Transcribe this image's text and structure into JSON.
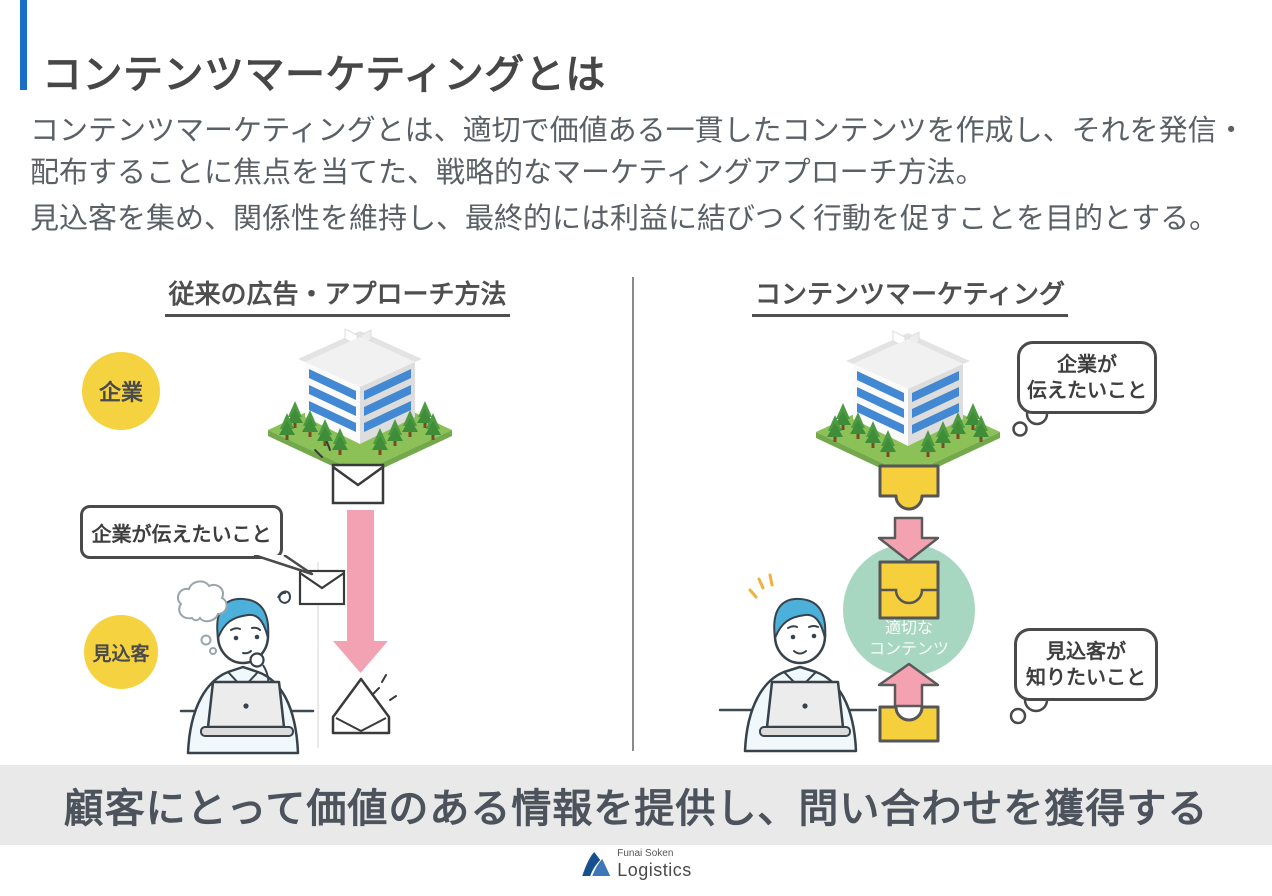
{
  "page": {
    "title": "コンテンツマーケティングとは",
    "paragraph1": "コンテンツマーケティングとは、適切で価値ある一貫したコンテンツを作成し、それを発信・配布することに焦点を当てた、戦略的なマーケティングアプローチ方法。",
    "paragraph2": "見込客を集め、関係性を維持し、最終的には利益に結びつく行動を促すことを目的とする。"
  },
  "comparison": {
    "left": {
      "heading": "従来の広告・アプローチ方法",
      "company_label": "企業",
      "prospect_label": "見込客",
      "speech_bubble": "企業が伝えたいこと"
    },
    "right": {
      "heading": "コンテンツマーケティング",
      "company_bubble": {
        "line1": "企業が",
        "line2": "伝えたいこと"
      },
      "content_circle": {
        "line1": "適切な",
        "line2": "コンテンツ"
      },
      "prospect_bubble": {
        "line1": "見込客が",
        "line2": "知りたいこと"
      }
    }
  },
  "banner": {
    "text": "顧客にとって価値のある情報を提供し、問い合わせを獲得する"
  },
  "footer": {
    "logo_line1": "Funai Soken",
    "logo_line2": "Logistics"
  },
  "colors": {
    "accent_blue": "#1b6ec6",
    "title_text": "#474747",
    "body_text": "#5a6066",
    "highlight_yellow": "#f5d23f",
    "arrow_pink": "#f3a2b3",
    "puzzle_yellow": "#f6cf3d",
    "content_green": "#a7d7c1",
    "banner_bg": "#e9e9e9",
    "banner_text": "#4d535c",
    "illustration_hair_blue": "#4db0da",
    "building_window_blue": "#4288d2",
    "grass_green": "#8cc158",
    "logo_blue": "#1c5c9e"
  }
}
